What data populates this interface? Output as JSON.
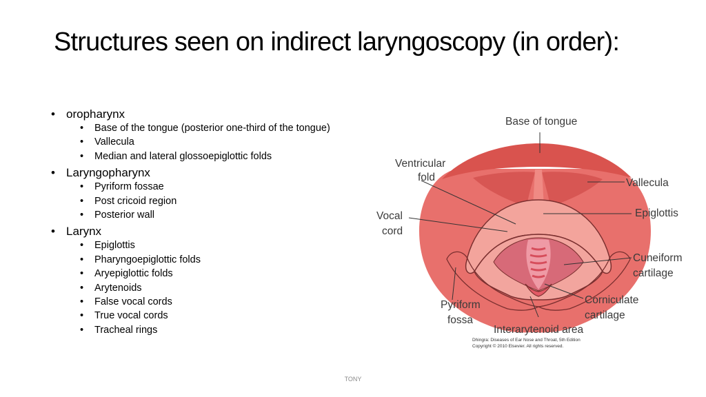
{
  "slide": {
    "title": "Structures seen on indirect laryngoscopy (in order):",
    "footer": "TONY"
  },
  "sections": [
    {
      "label": "oropharynx",
      "items": [
        "Base of the tongue (posterior one-third of the tongue)",
        "Vallecula",
        "Median and lateral glossoepiglottic folds"
      ]
    },
    {
      "label": "Laryngopharynx",
      "items": [
        "Pyriform fossae",
        "Post cricoid region",
        "Posterior wall"
      ]
    },
    {
      "label": "Larynx",
      "items": [
        "Epiglottis",
        "Pharyngoepiglottic folds",
        "Aryepiglottic folds",
        "Arytenoids",
        "False vocal cords",
        "True vocal cords",
        "Tracheal rings"
      ]
    }
  ],
  "figure": {
    "labels": {
      "base_of_tongue": "Base of tongue",
      "ventricular_fold_1": "Ventricular",
      "ventricular_fold_2": "fold",
      "vallecula": "Vallecula",
      "vocal_cord_1": "Vocal",
      "vocal_cord_2": "cord",
      "epiglottis": "Epiglottis",
      "cuneiform_1": "Cuneiform",
      "cuneiform_2": "cartilage",
      "pyriform_1": "Pyriform",
      "pyriform_2": "fossa",
      "corniculate_1": "Corniculate",
      "corniculate_2": "cartilage",
      "interarytenoid": "Interarytenoid area"
    },
    "credit_line_1": "Dhingra: Diseases of Ear Nose and Throat, 5th Edition",
    "credit_line_2": "Copyright © 2010 Elsevier. All rights reserved.",
    "colors": {
      "outer_tissue": "#e8706c",
      "tongue_base": "#d9534e",
      "epiglottis": "#f3a49c",
      "glottis": "#d76a78",
      "vocal_cords": "#ef9aa5",
      "trachea": "#e35a66"
    }
  }
}
